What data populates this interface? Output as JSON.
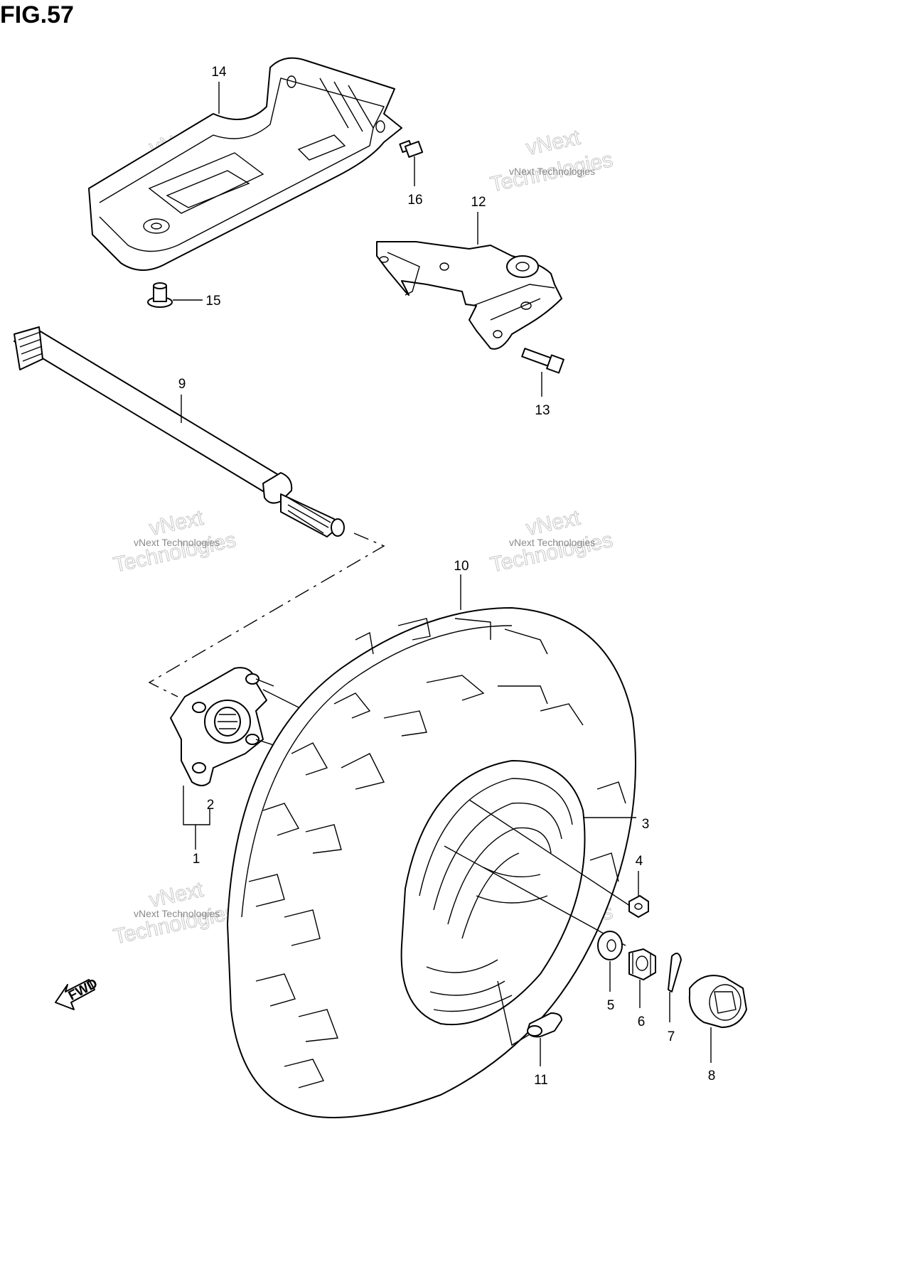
{
  "figure": {
    "title": "FIG.57"
  },
  "watermark": {
    "line1": "vNext",
    "line2": "Technologies",
    "caption": "vNext Technologies"
  },
  "badge": {
    "fwd_label": "FWD"
  },
  "callouts": [
    {
      "id": "1",
      "label": "1"
    },
    {
      "id": "2",
      "label": "2"
    },
    {
      "id": "3",
      "label": "3"
    },
    {
      "id": "4",
      "label": "4"
    },
    {
      "id": "5",
      "label": "5"
    },
    {
      "id": "6",
      "label": "6"
    },
    {
      "id": "7",
      "label": "7"
    },
    {
      "id": "8",
      "label": "8"
    },
    {
      "id": "9",
      "label": "9"
    },
    {
      "id": "10",
      "label": "10"
    },
    {
      "id": "11",
      "label": "11"
    },
    {
      "id": "12",
      "label": "12"
    },
    {
      "id": "13",
      "label": "13"
    },
    {
      "id": "14",
      "label": "14"
    },
    {
      "id": "15",
      "label": "15"
    },
    {
      "id": "16",
      "label": "16"
    }
  ]
}
